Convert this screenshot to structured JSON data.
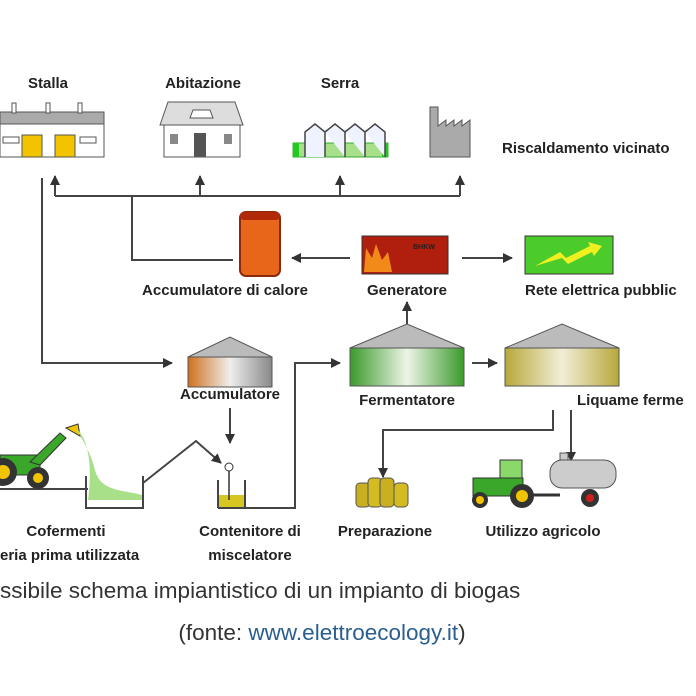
{
  "diagram": {
    "labels": {
      "stalla": "Stalla",
      "abitazione": "Abitazione",
      "serra": "Serra",
      "riscaldamento": "Riscaldamento vicinato",
      "accumulatore_calore": "Accumulatore di calore",
      "generatore": "Generatore",
      "generatore_badge": "BHKW",
      "rete": "Rete elettrica pubblic",
      "accumulatore": "Accumulatore",
      "fermentatore": "Fermentatore",
      "liquame": "Liquame ferme",
      "cofermenti_1": "Cofermenti",
      "cofermenti_2": "eria prima utilizzata",
      "contenitore_1": "Contenitore di",
      "contenitore_2": "miscelatore",
      "preparazione": "Preparazione",
      "utilizzo": "Utilizzo agricolo"
    },
    "colors": {
      "heat_storage": "#e8661a",
      "generator": "#b01e0e",
      "grid": "#4ccc2a",
      "fermenter": "#5fbf3a",
      "digestate": "#c9b84a",
      "tractor": "#3aa72a",
      "yellow": "#f2c400"
    }
  },
  "caption": {
    "text": "ssibile schema impiantistico di un impianto di biogas",
    "source_prefix": "(fonte: ",
    "source_link": "www.elettroecology.it",
    "source_suffix": ")"
  }
}
